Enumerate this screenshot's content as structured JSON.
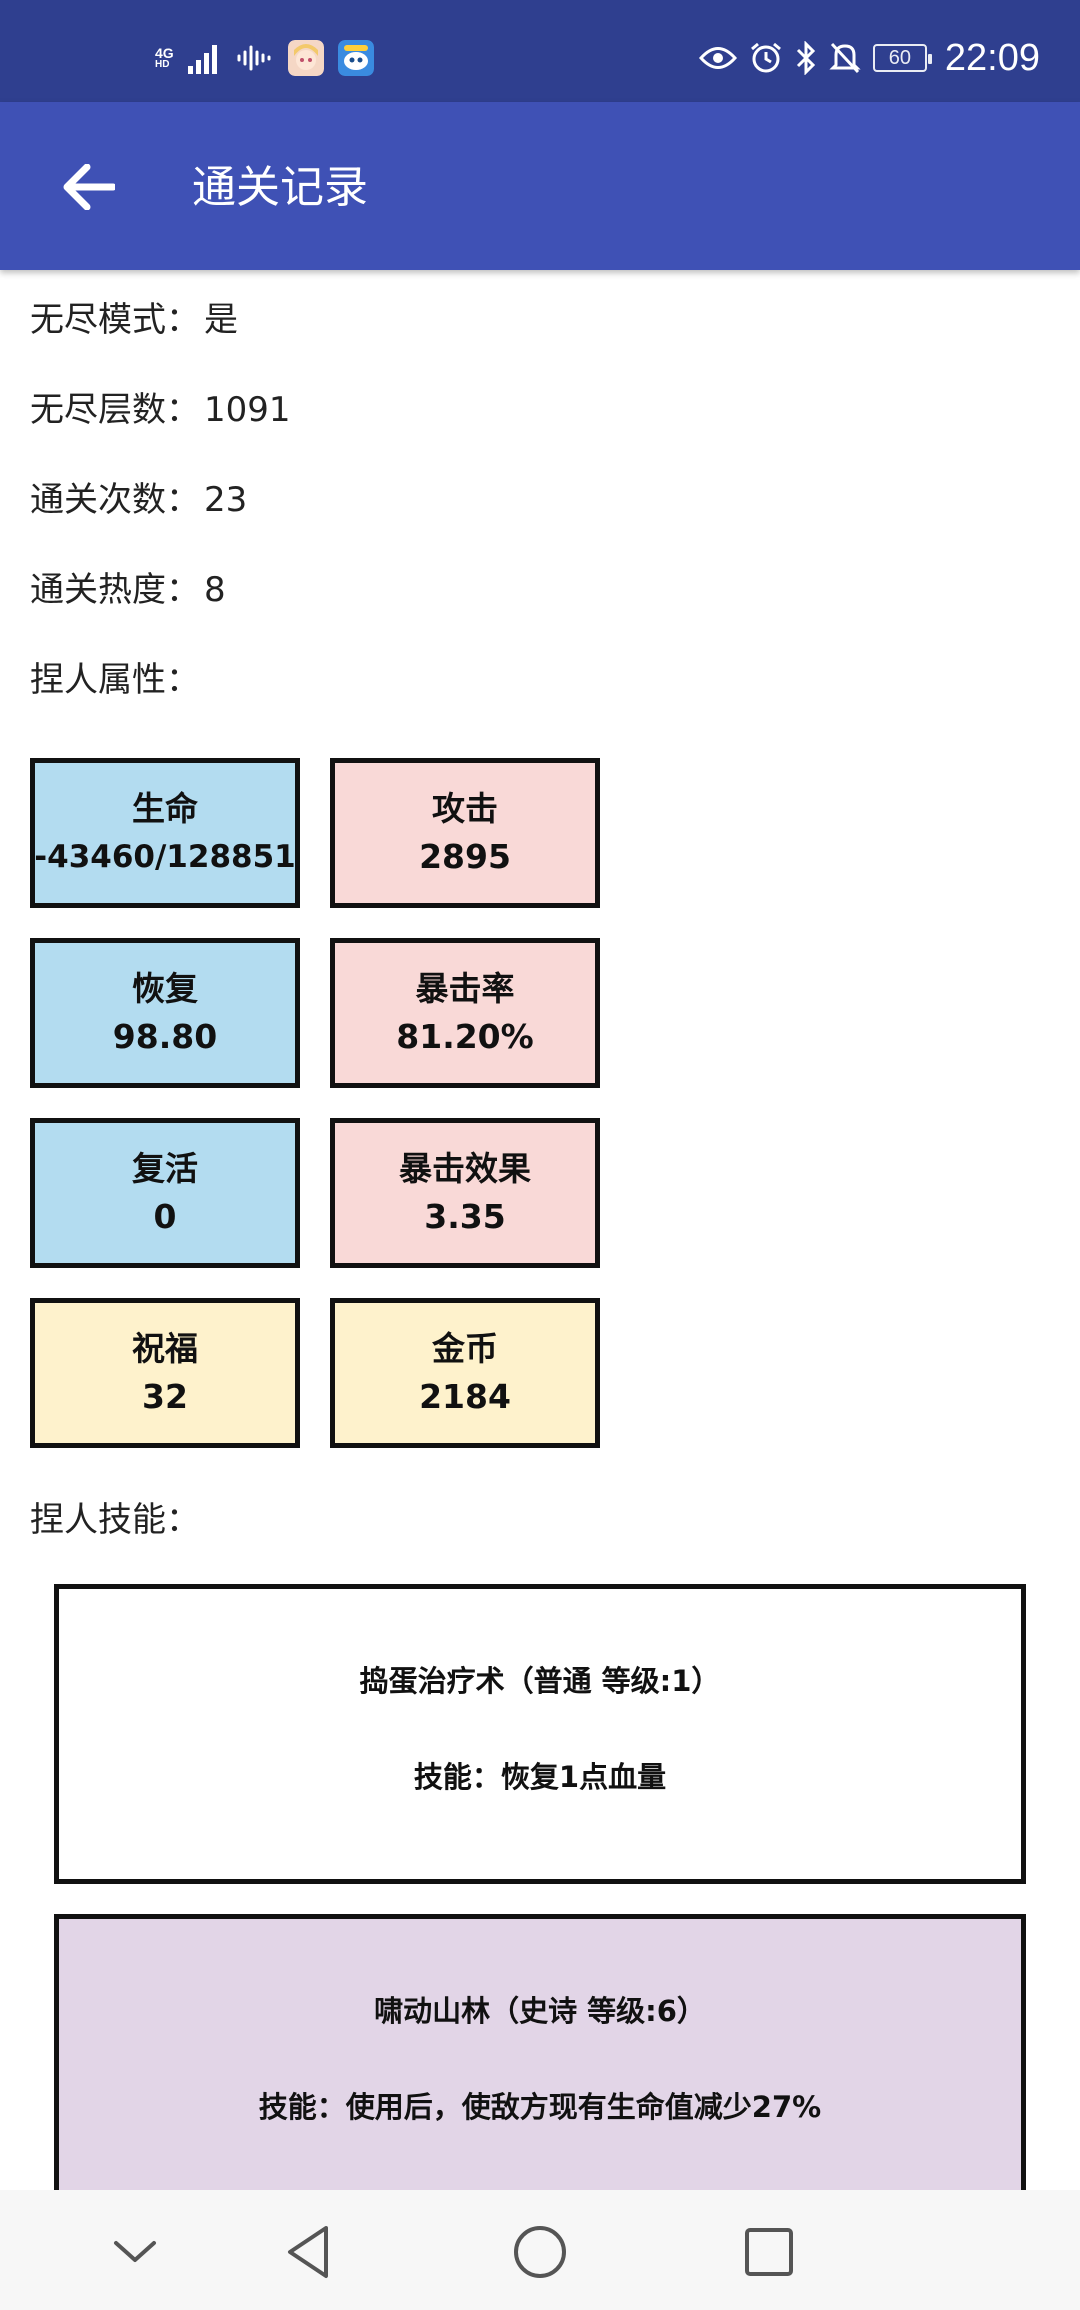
{
  "status_bar": {
    "network_label_top": "4G",
    "network_label_bottom": "HD",
    "time": "22:09",
    "battery": "60",
    "icons": [
      "signal-icon",
      "voice-wave-icon",
      "anime-app-icon",
      "blue-app-icon",
      "eye-icon",
      "alarm-icon",
      "bluetooth-icon",
      "mute-bell-icon",
      "battery-icon"
    ]
  },
  "app_bar": {
    "title": "通关记录",
    "back_icon": "arrow-left-icon"
  },
  "info": {
    "endless_mode": {
      "label": "无尽模式：",
      "value": "是"
    },
    "endless_floors": {
      "label": "无尽层数：",
      "value": "1091"
    },
    "clear_count": {
      "label": "通关次数：",
      "value": "23"
    },
    "clear_heat": {
      "label": "通关热度：",
      "value": "8"
    },
    "attributes_header": "捏人属性：",
    "skills_header": "捏人技能："
  },
  "stats": [
    {
      "label": "生命",
      "value": "-43460/128851",
      "color": "#b3dcf0"
    },
    {
      "label": "攻击",
      "value": "2895",
      "color": "#f9d9d7"
    },
    {
      "label": "恢复",
      "value": "98.80",
      "color": "#b3dcf0"
    },
    {
      "label": "暴击率",
      "value": "81.20%",
      "color": "#f9d9d7"
    },
    {
      "label": "复活",
      "value": "0",
      "color": "#b3dcf0"
    },
    {
      "label": "暴击效果",
      "value": "3.35",
      "color": "#f9d9d7"
    },
    {
      "label": "祝福",
      "value": "32",
      "color": "#fef2cc"
    },
    {
      "label": "金币",
      "value": "2184",
      "color": "#fef2cc"
    }
  ],
  "skills": [
    {
      "name": "捣蛋治疗术（普通 等级:1）",
      "desc": "技能：恢复1点血量",
      "color": "#ffffff"
    },
    {
      "name": "啸动山林（史诗 等级:6）",
      "desc": "技能：使用后，使敌方现有生命值减少27%",
      "color": "#e2d5e7"
    }
  ],
  "nav_bar": {
    "icons": [
      "chevron-down-icon",
      "back-triangle-icon",
      "home-circle-icon",
      "recents-square-icon"
    ]
  }
}
